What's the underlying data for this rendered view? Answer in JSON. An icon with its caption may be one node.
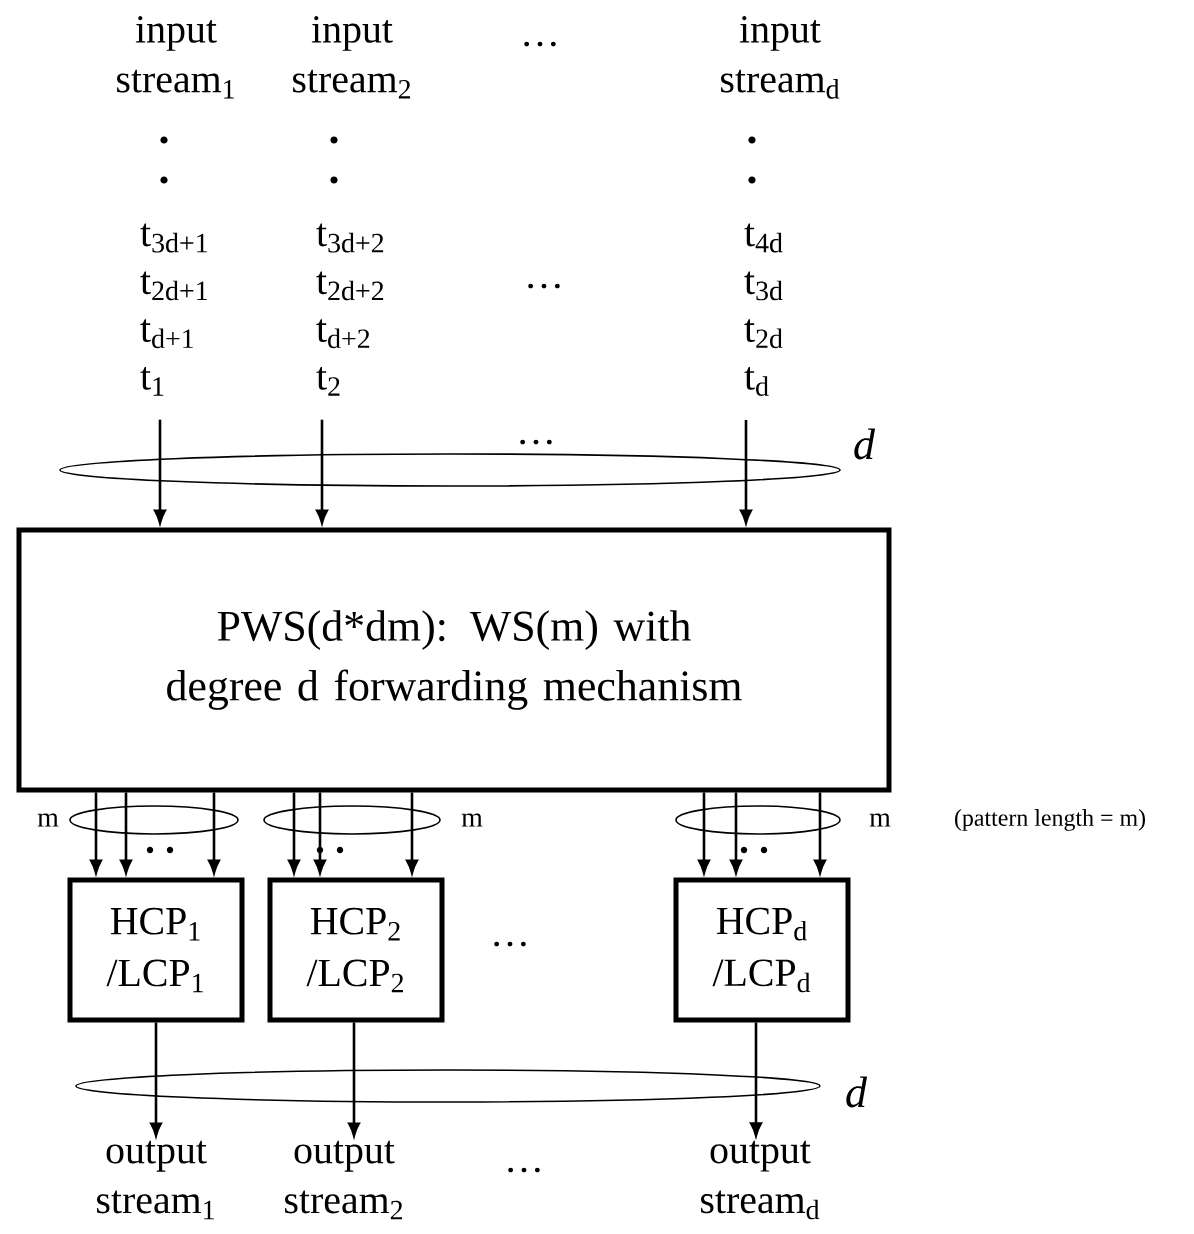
{
  "diagram": {
    "nodes": [
      {
        "text": [
          "input stream$_{1}$",
          "t$_{3d+1}$",
          "t$_{2d+1}$",
          "t$_{d+1}$",
          "t$_{1}$"
        ]
      },
      {
        "text": [
          "input stream$_{2}$",
          "t$_{3d+2}$",
          "t$_{2d+2}$",
          "t$_{d+2}$",
          "t$_{2}$"
        ]
      },
      {
        "text": [
          "input stream$_{d}$",
          "t$_{4d}$",
          "t$_{3d}$",
          "t$_{2d}$",
          "t$_{d}$"
        ]
      },
      {
        "text": [
          "PWS(d*dm): WS(m) with degree d forwarding mechanism"
        ]
      },
      {
        "text": [
          "HCP$_{1}$ /LCP$_{1}$"
        ]
      },
      {
        "text": [
          "HCP$_{2}$ /LCP$_{2}$"
        ]
      },
      {
        "text": [
          "HCP$_{d}$ /LCP$_{d}$"
        ]
      },
      {
        "text": [
          "output stream$_{1}$"
        ]
      },
      {
        "text": [
          "output stream$_{2}$"
        ]
      },
      {
        "text": [
          "output stream$_{d}$"
        ]
      }
    ],
    "edges": [
      {
        "from": 0,
        "to": 3,
        "arrow": "to"
      },
      {
        "from": 1,
        "to": 3,
        "arrow": "to"
      },
      {
        "from": 2,
        "to": 3,
        "arrow": "to"
      },
      {
        "from": 3,
        "to": 4,
        "arrow": "to"
      },
      {
        "from": 3,
        "to": 4,
        "arrow": "to"
      },
      {
        "from": 3,
        "to": 4,
        "arrow": "to"
      },
      {
        "from": 3,
        "to": 5,
        "arrow": "to"
      },
      {
        "from": 3,
        "to": 5,
        "arrow": "to"
      },
      {
        "from": 3,
        "to": 5,
        "arrow": "to"
      },
      {
        "from": 3,
        "to": 6,
        "arrow": "to"
      },
      {
        "from": 3,
        "to": 6,
        "arrow": "to"
      },
      {
        "from": 3,
        "to": 6,
        "arrow": "to"
      },
      {
        "from": 4,
        "to": 7,
        "arrow": "to"
      },
      {
        "from": 5,
        "to": 8,
        "arrow": "to"
      },
      {
        "from": 6,
        "to": 9,
        "arrow": "to"
      }
    ],
    "labels": [
      "…",
      "…",
      "d",
      "…",
      "m",
      "m",
      "m",
      "(pattern length = m)",
      "…",
      "d",
      "…"
    ]
  }
}
